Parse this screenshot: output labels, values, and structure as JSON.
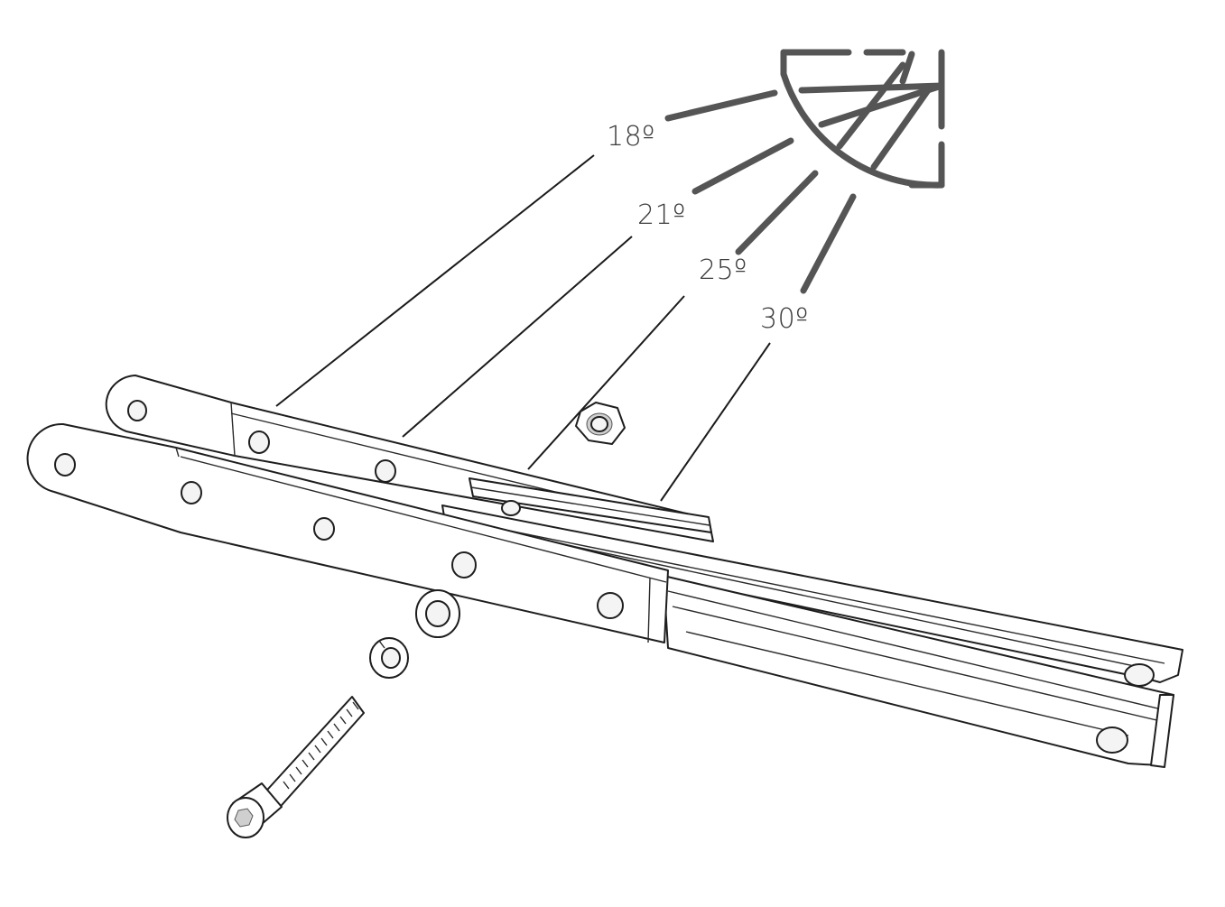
{
  "angle_labels": [
    "18º",
    "21º",
    "25º",
    "30º"
  ],
  "icons": {
    "sun": "sun-icon",
    "bolt": "socket-head-bolt-icon",
    "nut": "hex-nut-icon",
    "washer": "flat-washer-icon",
    "lock_washer": "split-lock-washer-icon"
  },
  "colors": {
    "line": "#1e1e1e",
    "sun": "#555555",
    "background": "#ffffff"
  }
}
